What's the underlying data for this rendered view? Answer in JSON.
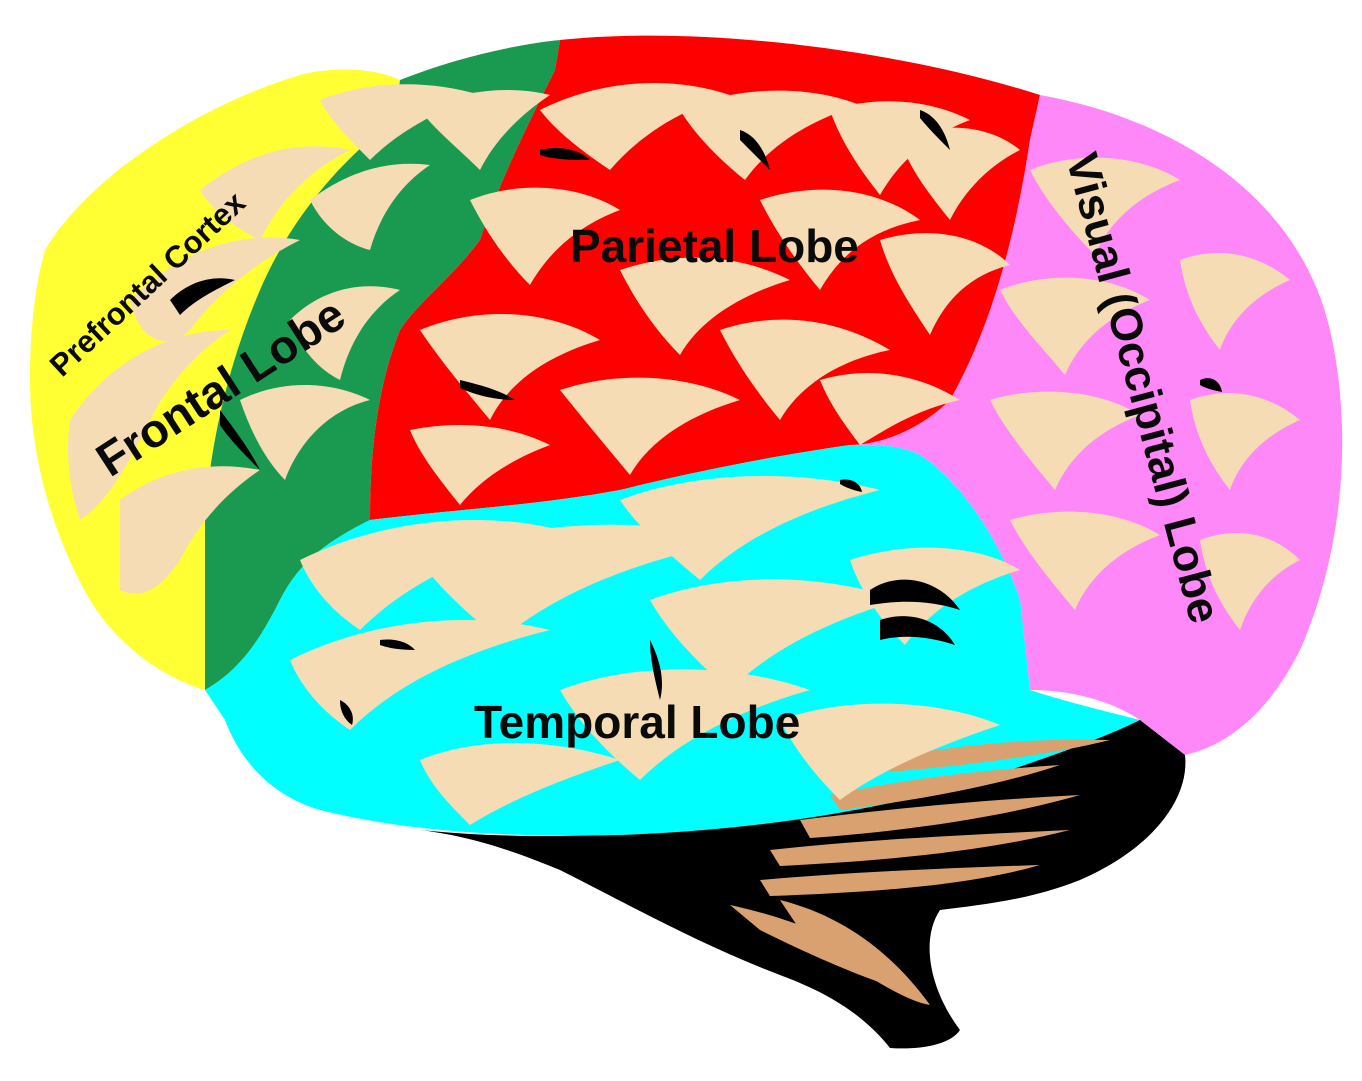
{
  "colors": {
    "prefrontal": "#ffff33",
    "frontal": "#1a9a50",
    "parietal": "#ff0000",
    "temporal": "#00ffff",
    "occipital": "#ff88f8",
    "cerebellum": "#000000",
    "gyrus": "#f5dcb4",
    "cerebellum_folds": "#d9a070"
  },
  "labels": {
    "prefrontal": "Prefrontal Cortex",
    "frontal": "Frontal Lobe",
    "parietal": "Parietal Lobe",
    "temporal": "Temporal Lobe",
    "occipital": "Visual (Occipital) Lobe"
  }
}
